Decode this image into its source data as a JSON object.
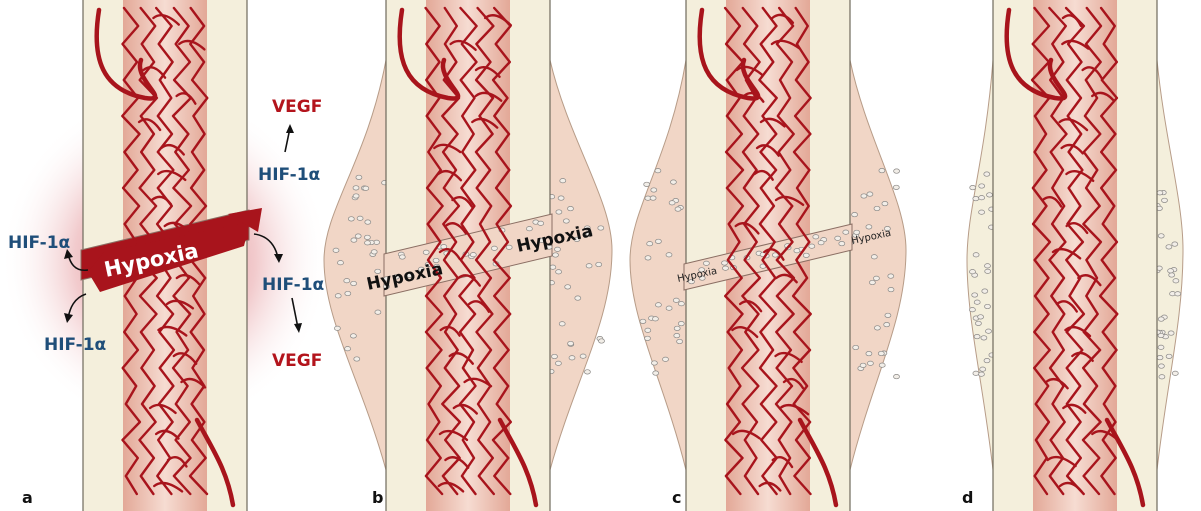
{
  "panels": [
    {
      "letter": "a"
    },
    {
      "letter": "b"
    },
    {
      "letter": "c"
    },
    {
      "letter": "d"
    }
  ],
  "labels": {
    "hypoxia_main": "Hypoxia",
    "hif": "HIF-1α",
    "vegf": "VEGF",
    "hypoxia_b": "Hypoxia",
    "hypoxia_c": "Hypoxia"
  },
  "colors": {
    "vessel": "#a8141c",
    "marrow": "#e9b9a8",
    "cortex": "#f4efdc",
    "callus": "#f1d6c6",
    "hif_text": "#1f4e79",
    "vegf_text": "#b3141c"
  }
}
